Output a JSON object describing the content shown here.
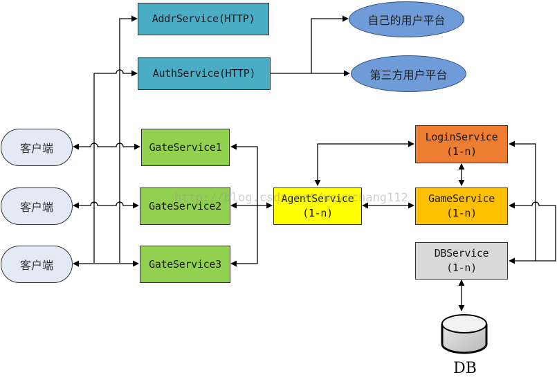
{
  "diagram": {
    "http_services": [
      {
        "id": "addr",
        "label": "AddrService(HTTP)"
      },
      {
        "id": "auth",
        "label": "AuthService(HTTP)"
      }
    ],
    "platforms": [
      {
        "id": "own",
        "label": "自己的用户平台"
      },
      {
        "id": "third",
        "label": "第三方用户平台"
      }
    ],
    "clients": [
      {
        "id": "client1",
        "label": "客户端"
      },
      {
        "id": "client2",
        "label": "客户端"
      },
      {
        "id": "client3",
        "label": "客户端"
      }
    ],
    "gate_services": [
      {
        "id": "gate1",
        "label": "GateService1"
      },
      {
        "id": "gate2",
        "label": "GateService2"
      },
      {
        "id": "gate3",
        "label": "GateService3"
      }
    ],
    "agent_service": {
      "label": "AgentService",
      "multiplicity": "(1-n)"
    },
    "login_service": {
      "label": "LoginService",
      "multiplicity": "(1-n)"
    },
    "game_service": {
      "label": "GameService",
      "multiplicity": "(1-n)"
    },
    "db_service": {
      "label": "DBService",
      "multiplicity": "(1-n)"
    },
    "database": {
      "label": "DB"
    },
    "watermark": "http://blog.csdn.net/weyuchang112",
    "colors": {
      "http": "#4BACC6",
      "gate": "#92D050",
      "agent": "#FFFF00",
      "login": "#ED7D31",
      "game": "#FFC000",
      "db": "#D9D9D9",
      "client": "#E3EAF5",
      "platform": "#6F9BD8"
    }
  }
}
